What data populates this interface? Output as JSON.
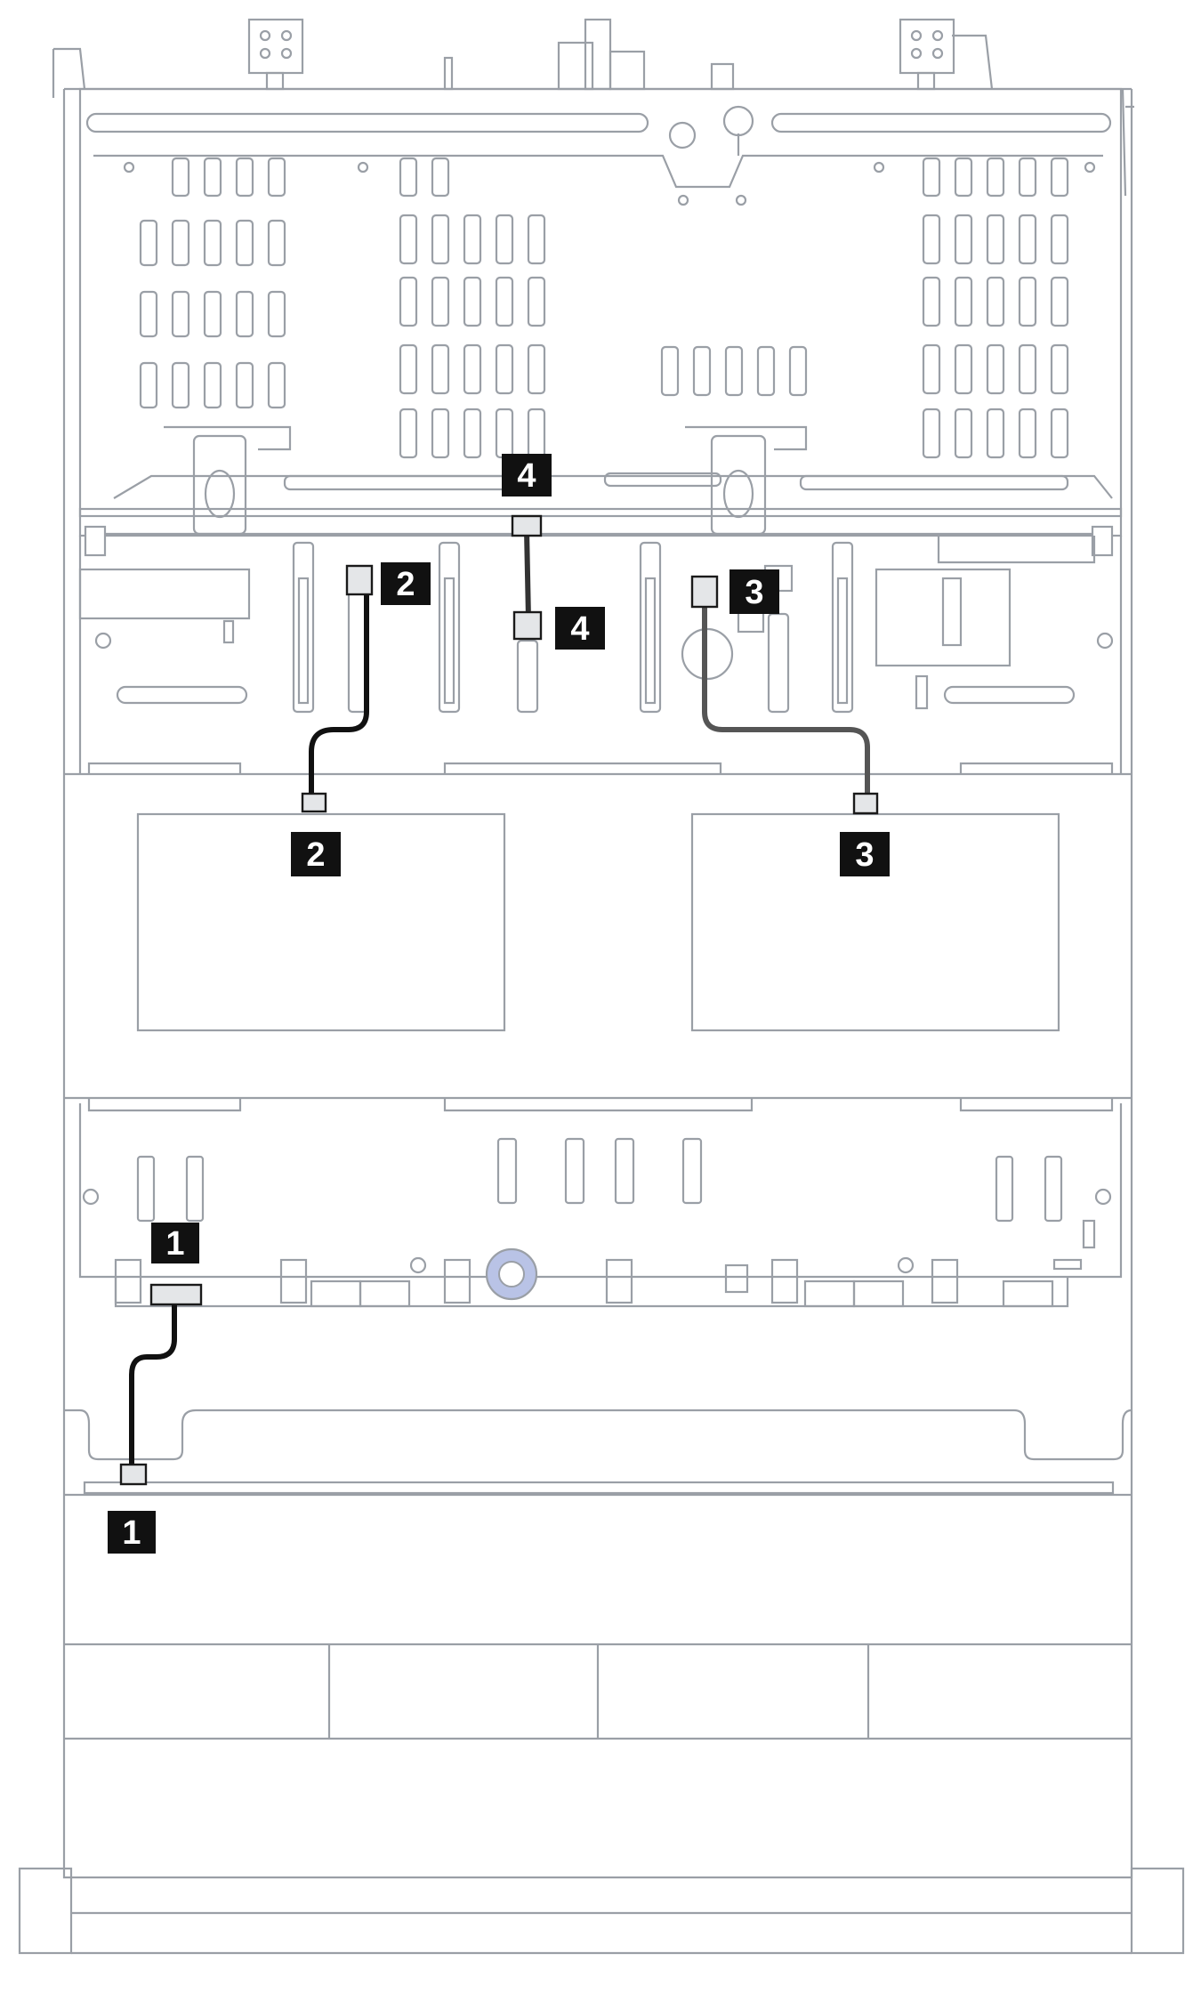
{
  "callouts": [
    {
      "label": "1"
    },
    {
      "label": "1"
    },
    {
      "label": "2"
    },
    {
      "label": "2"
    },
    {
      "label": "3"
    },
    {
      "label": "3"
    },
    {
      "label": "4"
    },
    {
      "label": "4"
    }
  ],
  "colors": {
    "outline": "#9a9fa6",
    "cable_dark": "#111111",
    "cable_gray": "#555555",
    "connector_fill": "#e4e6e8",
    "fan_module_accent": "#b9c3e6",
    "badge": "#111111"
  }
}
